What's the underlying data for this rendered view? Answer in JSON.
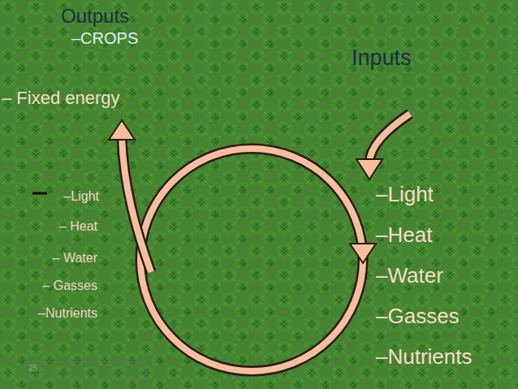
{
  "diagram": {
    "nodes": [
      {
        "text": [
          "25"
        ]
      }
    ],
    "labels": [
      "Outputs",
      "–CROPS",
      "– Fixed energy",
      "Inputs",
      "–Light",
      "– Heat",
      "– Water",
      "– Gasses",
      "–Nutrients",
      "–Light",
      "–Heat",
      "–Water",
      "–Gasses",
      "–Nutrients"
    ]
  }
}
